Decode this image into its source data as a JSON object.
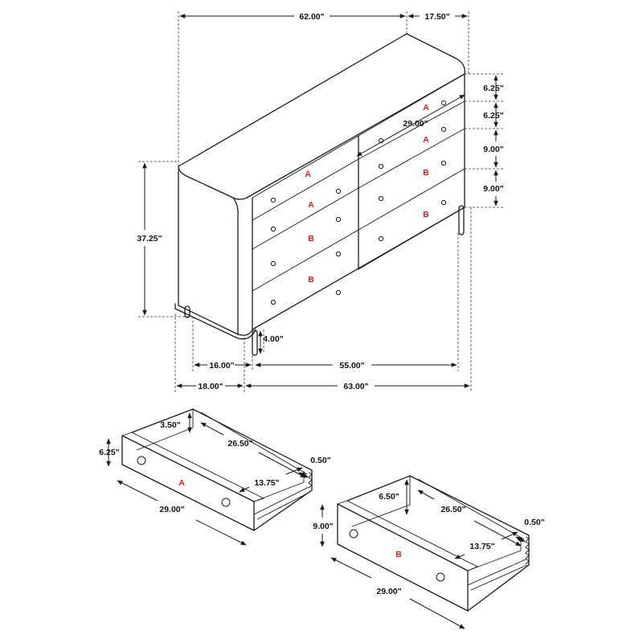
{
  "dims": {
    "width": "62.00\"",
    "depth": "17.50\"",
    "height": "37.25\"",
    "d1": "6.25\"",
    "d2": "6.25\"",
    "d3": "9.00\"",
    "d4": "9.00\"",
    "inner_width": "29.00\"",
    "leg": "4.00\"",
    "leg_side": "16.00\"",
    "leg_front": "55.00\"",
    "base_side": "18.00\"",
    "base_front": "63.00\""
  },
  "drawer_labels": {
    "left": [
      "A",
      "A",
      "B",
      "B"
    ],
    "right": [
      "A",
      "A",
      "B",
      "B"
    ]
  },
  "drawer_a": {
    "label": "A",
    "height": "6.25\"",
    "inner_height": "3.50\"",
    "inner_depth": "26.50\"",
    "thickness": "0.50\"",
    "inner_width": "13.75\"",
    "width": "29.00\""
  },
  "drawer_b": {
    "label": "B",
    "height": "9.00\"",
    "inner_height": "6.50\"",
    "inner_depth": "26.50\"",
    "thickness": "0.50\"",
    "inner_width": "13.75\"",
    "width": "29.00\""
  }
}
